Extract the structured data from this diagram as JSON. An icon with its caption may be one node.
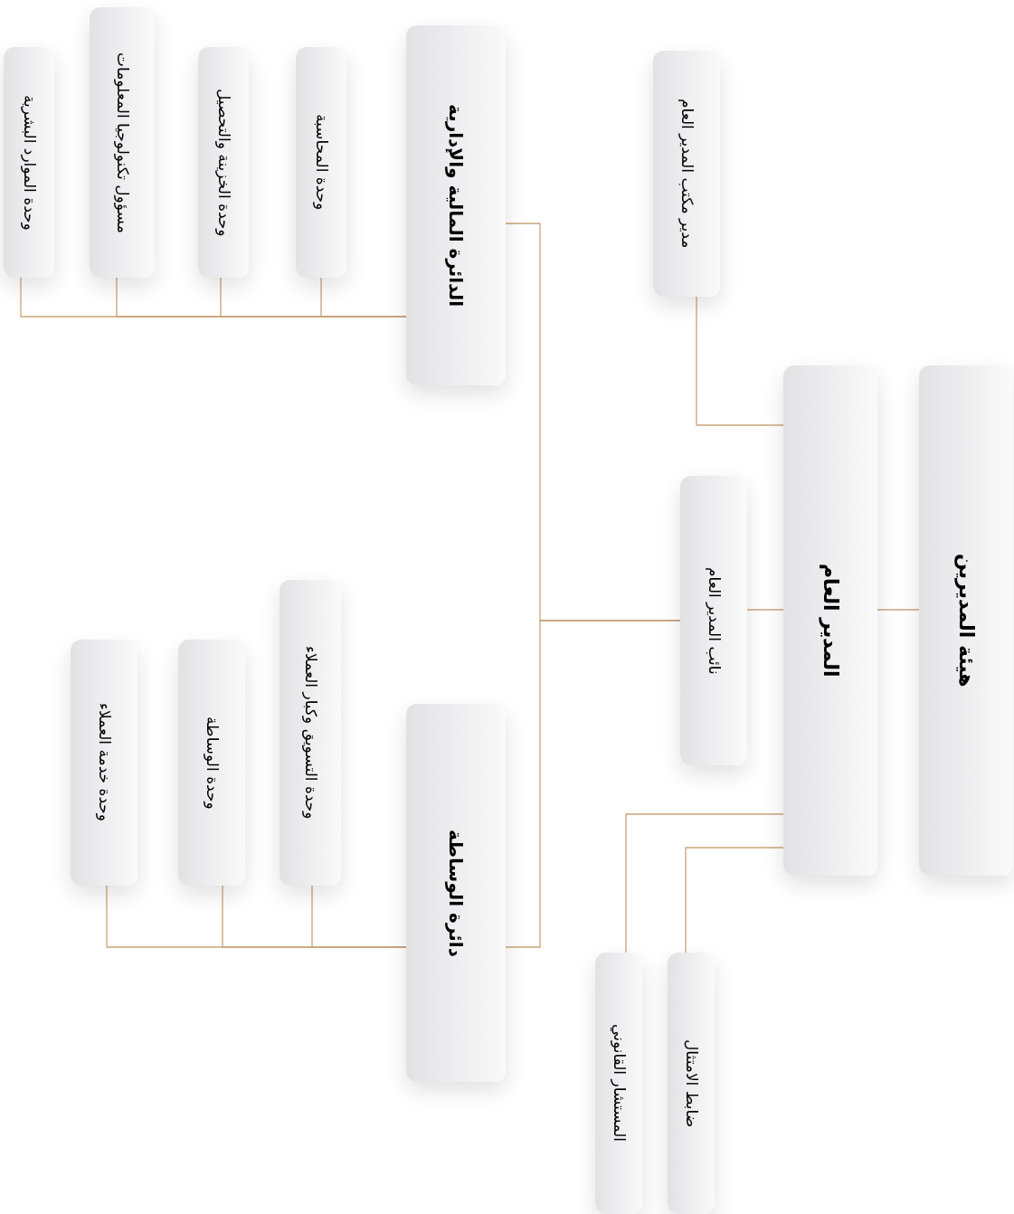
{
  "diagram": {
    "nodes": [
      {
        "text": [
          "هيئة المديرين"
        ]
      },
      {
        "text": [
          "المدير العام"
        ]
      },
      {
        "text": [
          "مدير مكتب المدير العام"
        ]
      },
      {
        "text": [
          "نائب المدير العام"
        ]
      },
      {
        "text": [
          "ضابط الامتثال"
        ]
      },
      {
        "text": [
          "المستشار القانوني"
        ]
      },
      {
        "text": [
          "الدائرة المالية والإدارية"
        ]
      },
      {
        "text": [
          "وحدة المحاسبة"
        ]
      },
      {
        "text": [
          "وحدة الخزينة والتحصيل"
        ]
      },
      {
        "text": [
          "مسؤول تكنولوجيا المعلومات"
        ]
      },
      {
        "text": [
          "وحدة الموارد البشرية"
        ]
      },
      {
        "text": [
          "دائرة الوساطة"
        ]
      },
      {
        "text": [
          "وحدة التسويق وكبار العملاء"
        ]
      },
      {
        "text": [
          "وحدة الوساطة"
        ]
      },
      {
        "text": [
          "وحدة خدمة العملاء"
        ]
      }
    ],
    "edges": [
      {
        "from": 0,
        "to": 1,
        "arrow": "none"
      },
      {
        "from": 1,
        "to": 2,
        "arrow": "none"
      },
      {
        "from": 1,
        "to": 3,
        "arrow": "none"
      },
      {
        "from": 3,
        "to": 6,
        "arrow": "none"
      },
      {
        "from": 3,
        "to": 11,
        "arrow": "none"
      },
      {
        "from": 1,
        "to": 4,
        "arrow": "none"
      },
      {
        "from": 1,
        "to": 5,
        "arrow": "none"
      },
      {
        "from": 6,
        "to": 7,
        "arrow": "none"
      },
      {
        "from": 6,
        "to": 8,
        "arrow": "none"
      },
      {
        "from": 6,
        "to": 9,
        "arrow": "none"
      },
      {
        "from": 6,
        "to": 10,
        "arrow": "none"
      },
      {
        "from": 11,
        "to": 12,
        "arrow": "none"
      },
      {
        "from": 11,
        "to": 13,
        "arrow": "none"
      },
      {
        "from": 11,
        "to": 14,
        "arrow": "none"
      }
    ]
  }
}
